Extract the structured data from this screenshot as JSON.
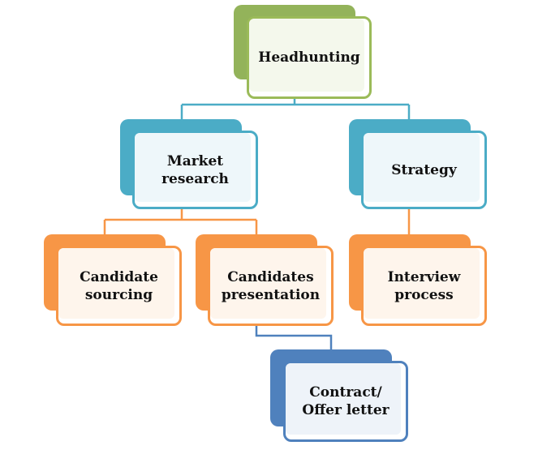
{
  "diagram": {
    "root": {
      "label": "Headhunting"
    },
    "market_research": {
      "label": "Market\nresearch"
    },
    "strategy": {
      "label": "Strategy"
    },
    "candidate_sourcing": {
      "label": "Candidate\nsourcing"
    },
    "candidates_presentation": {
      "label": "Candidates\npresentation"
    },
    "interview_process": {
      "label": "Interview\nprocess"
    },
    "contract_offer": {
      "label": "Contract/\nOffer letter"
    }
  },
  "colors": {
    "green": "#9bbb59",
    "teal": "#4bacc6",
    "orange": "#f79646",
    "blue": "#4f81bd"
  },
  "edges": [
    [
      "Headhunting",
      "Market research"
    ],
    [
      "Headhunting",
      "Strategy"
    ],
    [
      "Market research",
      "Candidate sourcing"
    ],
    [
      "Market research",
      "Candidates presentation"
    ],
    [
      "Strategy",
      "Interview process"
    ],
    [
      "Candidates presentation",
      "Contract/ Offer letter"
    ]
  ]
}
